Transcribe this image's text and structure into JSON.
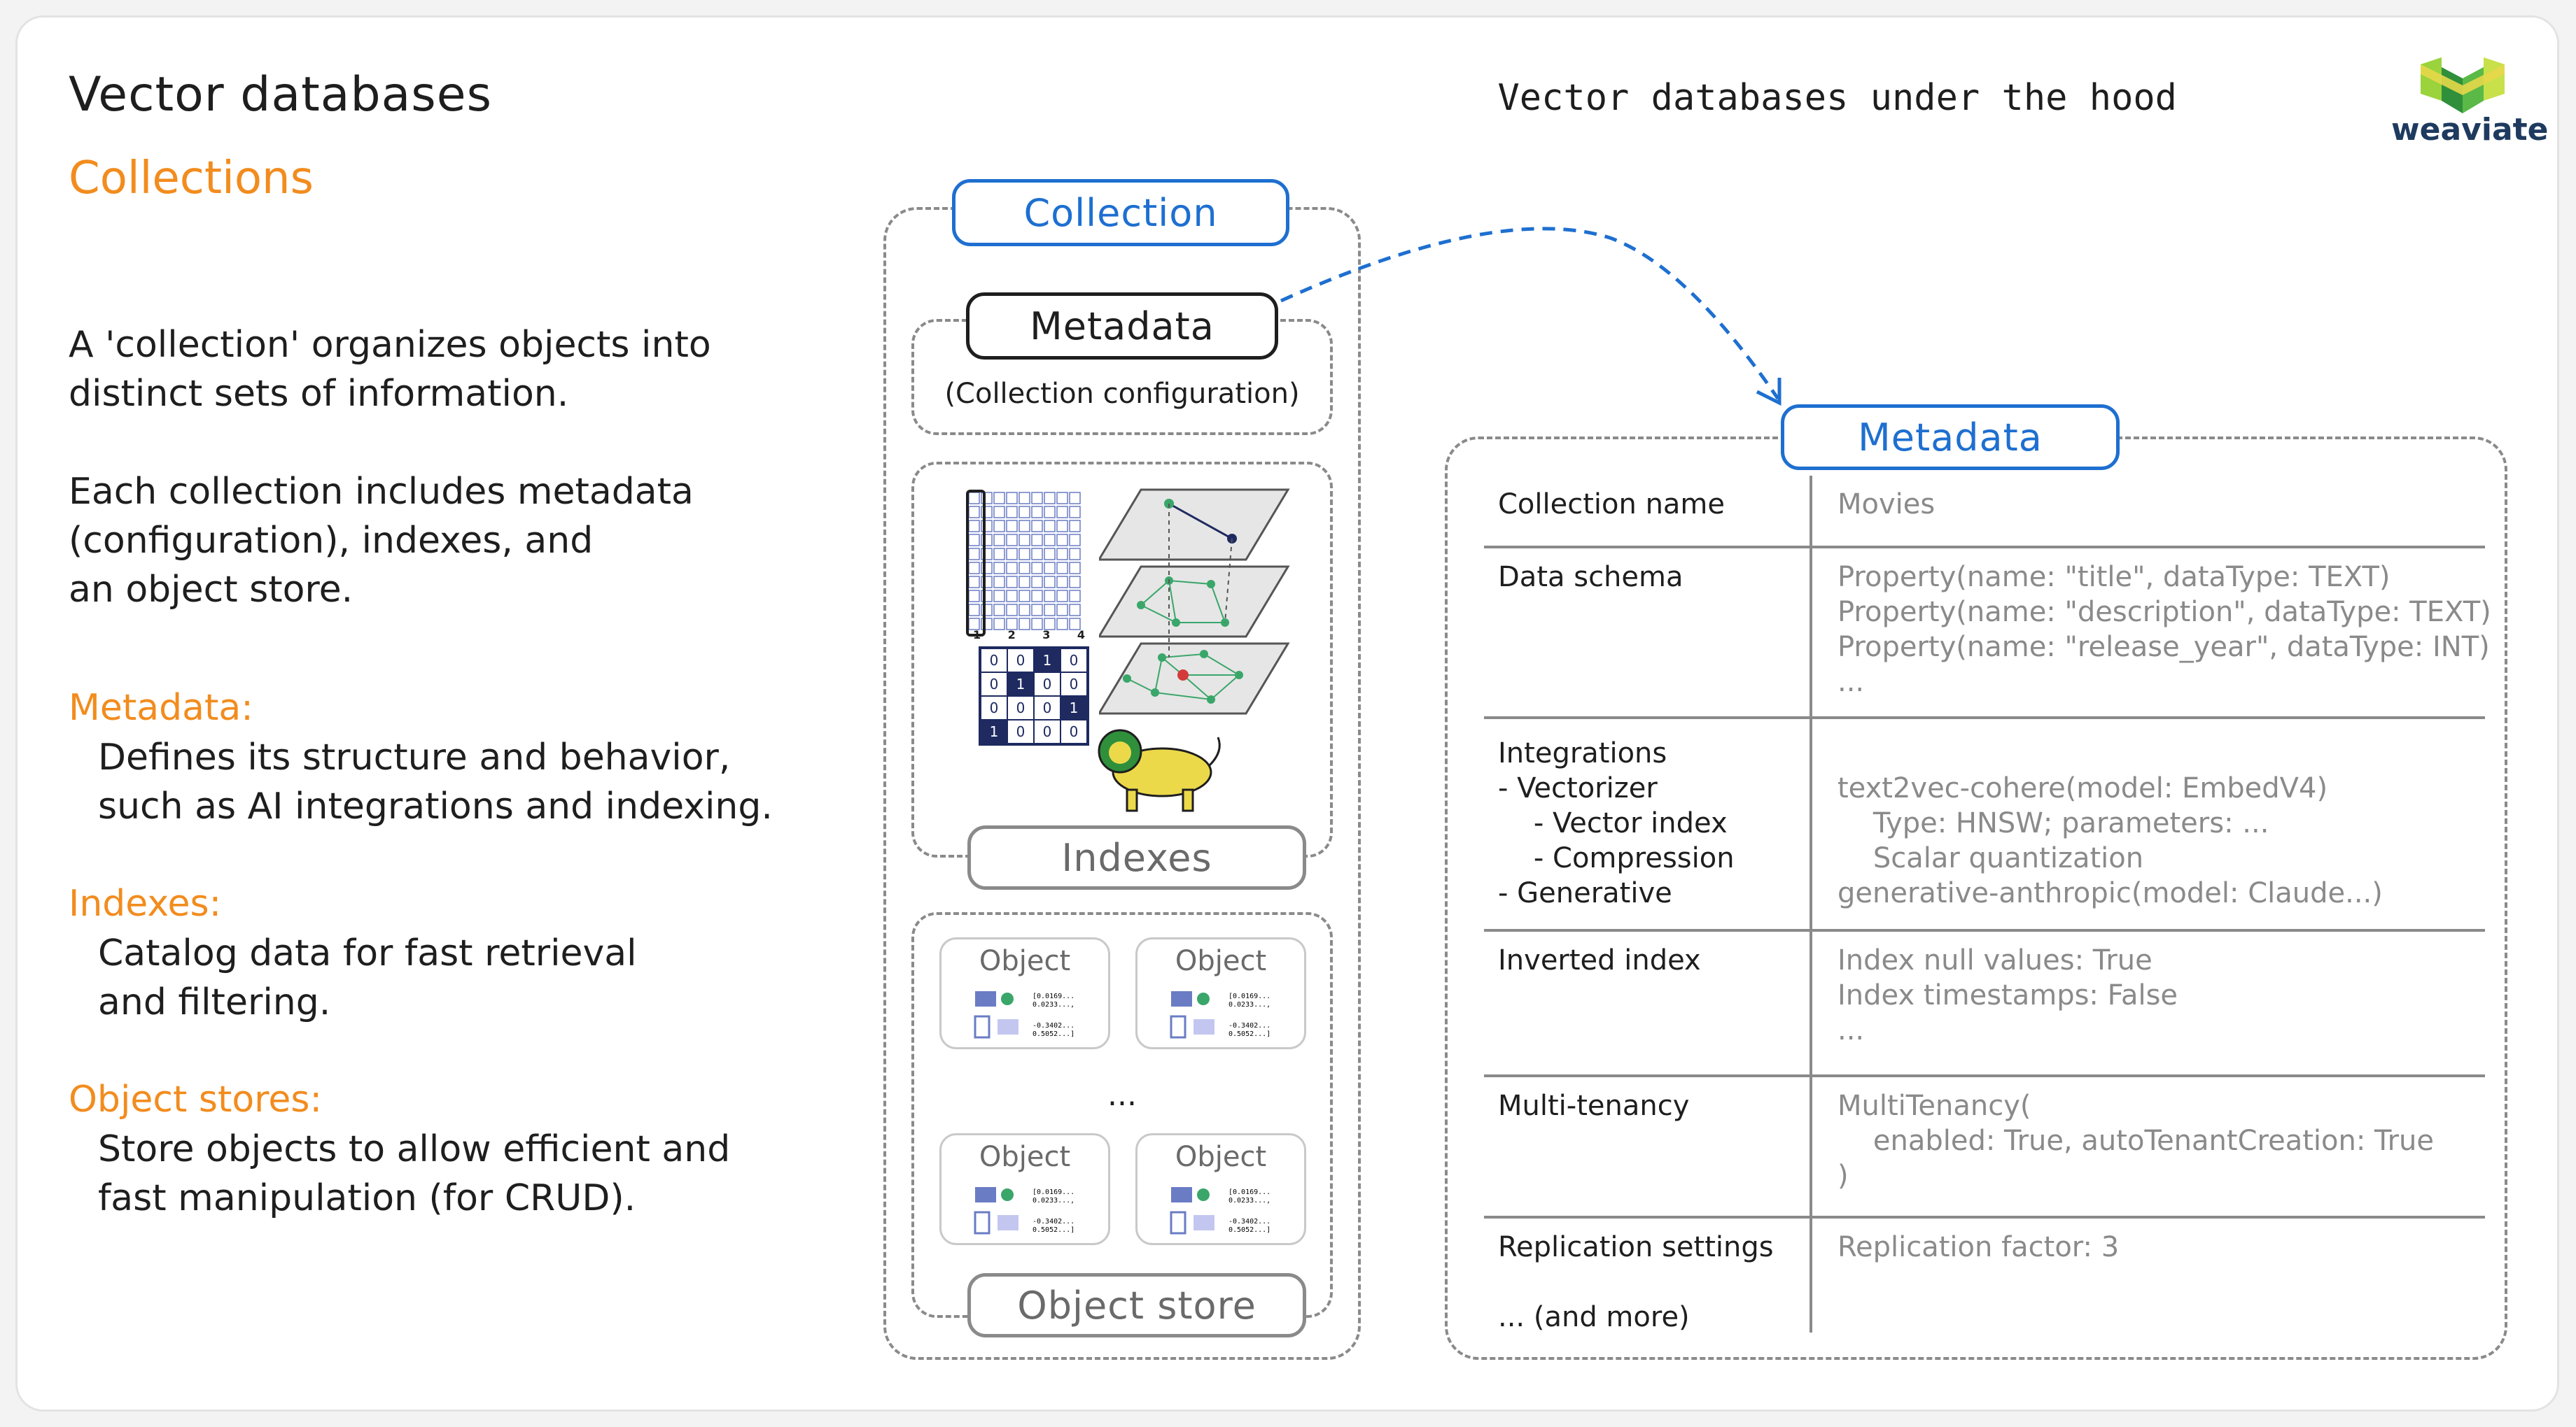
{
  "header": {
    "title": "Vector databases",
    "subtitle": "Collections",
    "right_title": "Vector databases under the hood",
    "logo_text": "weaviate"
  },
  "intro": {
    "p1": "A 'collection' organizes objects into\ndistinct sets of information.",
    "p2": "Each collection includes metadata\n(configuration), indexes, and\nan object store."
  },
  "sections": [
    {
      "title": "Metadata:",
      "body": "Defines its structure and behavior,\nsuch as AI integrations and indexing."
    },
    {
      "title": "Indexes:",
      "body": "Catalog data for fast retrieval\nand filtering."
    },
    {
      "title": "Object stores:",
      "body": "Store objects to allow efficient and\nfast manipulation (for CRUD)."
    }
  ],
  "diagram": {
    "collection_label": "Collection",
    "metadata_label": "Metadata",
    "metadata_caption": "(Collection configuration)",
    "indexes_label": "Indexes",
    "object_store_label": "Object store",
    "object_label": "Object",
    "ellipsis": "...",
    "matrix_cols": [
      "1",
      "2",
      "3",
      "4"
    ],
    "matrix_rows": [
      [
        "0",
        "0",
        "1",
        "0"
      ],
      [
        "0",
        "1",
        "0",
        "0"
      ],
      [
        "0",
        "0",
        "0",
        "1"
      ],
      [
        "1",
        "0",
        "0",
        "0"
      ]
    ],
    "vector_text": "[0.0169...\n0.0233...,\n...\n-0.3402...\n0.5052...]"
  },
  "metadata_table": {
    "title": "Metadata",
    "rows": [
      {
        "label": "Collection name",
        "value": "Movies"
      },
      {
        "label": "Data schema",
        "value": "Property(name: \"title\", dataType: TEXT)\nProperty(name: \"description\", dataType: TEXT)\nProperty(name: \"release_year\", dataType: INT)\n..."
      },
      {
        "label": "Integrations\n- Vectorizer\n    - Vector index\n    - Compression\n- Generative",
        "value": "\ntext2vec-cohere(model: EmbedV4)\n    Type: HNSW; parameters: ...\n    Scalar quantization\ngenerative-anthropic(model: Claude...)"
      },
      {
        "label": "Inverted index",
        "value": "Index null values: True\nIndex timestamps: False\n..."
      },
      {
        "label": "Multi-tenancy",
        "value": "MultiTenancy(\n    enabled: True, autoTenantCreation: True\n)"
      },
      {
        "label": "Replication settings\n\n... (and more)",
        "value": "Replication factor: 3"
      }
    ]
  },
  "colors": {
    "accent_orange": "#f28c1e",
    "accent_blue": "#1e6fd0",
    "dark": "#1e1e1e",
    "muted": "#8a8a8a"
  }
}
